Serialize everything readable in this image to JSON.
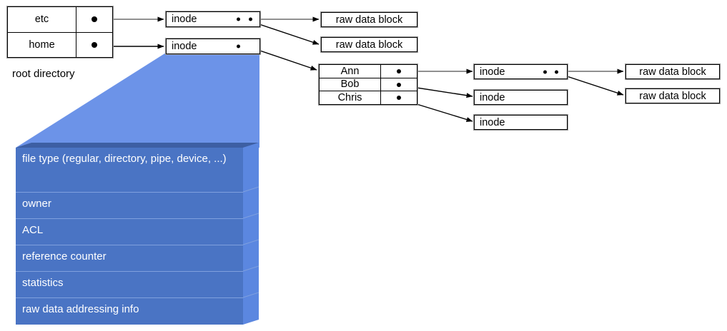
{
  "diagram": {
    "title_caption": "root directory",
    "root_directory": {
      "name": "root directory",
      "entries": [
        {
          "name": "etc",
          "pointer": "pointer-dot"
        },
        {
          "name": "home",
          "pointer": "pointer-dot"
        }
      ]
    },
    "inode_boxes": [
      {
        "id": "inode-etc",
        "label": "inode",
        "pointers": 2
      },
      {
        "id": "inode-home",
        "label": "inode",
        "pointers": 1
      },
      {
        "id": "inode-ann",
        "label": "inode",
        "pointers": 2
      },
      {
        "id": "inode-bob",
        "label": "inode",
        "pointers": 0
      },
      {
        "id": "inode-chris",
        "label": "inode",
        "pointers": 0
      }
    ],
    "raw_data_blocks": [
      {
        "id": "rdb-etc-1",
        "label": "raw data block"
      },
      {
        "id": "rdb-etc-2",
        "label": "raw data block"
      },
      {
        "id": "rdb-ann-1",
        "label": "raw data block"
      },
      {
        "id": "rdb-ann-2",
        "label": "raw data block"
      }
    ],
    "home_directory": {
      "entries": [
        {
          "name": "Ann",
          "pointer": "pointer-dot"
        },
        {
          "name": "Bob",
          "pointer": "pointer-dot"
        },
        {
          "name": "Chris",
          "pointer": "pointer-dot"
        }
      ]
    },
    "inode_detail": {
      "fields": [
        "file type (regular, directory, pipe, device, ...)",
        "owner",
        "ACL",
        "reference counter",
        "statistics",
        "raw data addressing info"
      ]
    },
    "colors": {
      "detail_front": "#4a74c4",
      "detail_top": "#3d5fa3",
      "detail_side": "#5b87e0",
      "funnel": "#6c93e8",
      "row_divider": "#7fa0de",
      "box_border": "#000000",
      "box_shadow": "#9a9a9a",
      "link_stroke": "#000000",
      "detail_text": "#ffffff"
    }
  }
}
